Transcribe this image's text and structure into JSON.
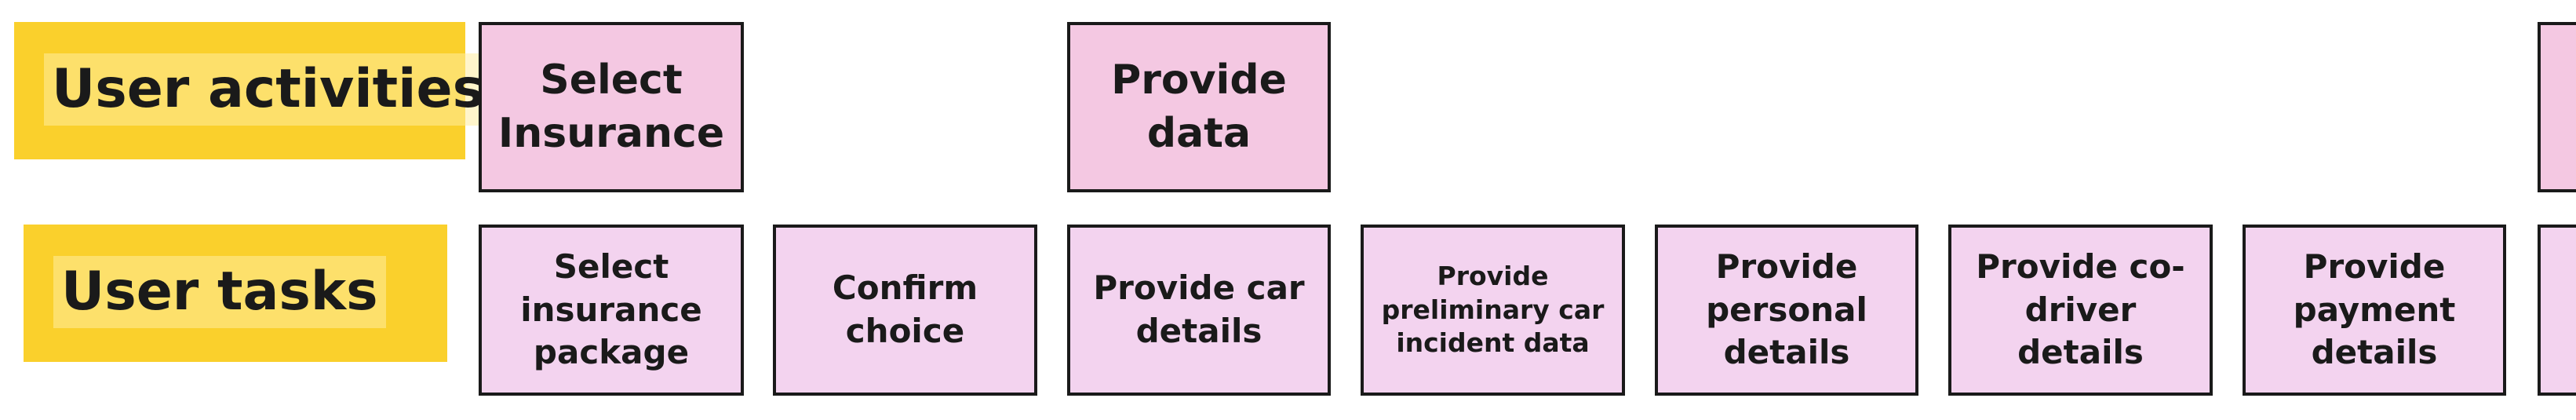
{
  "rows": [
    {
      "id": "activities",
      "label": "User activities"
    },
    {
      "id": "tasks",
      "label": "User tasks"
    }
  ],
  "activities": [
    {
      "label": "Select Insurance"
    },
    {
      "label": "Provide data"
    },
    {
      "label": ""
    }
  ],
  "tasks": [
    {
      "label": "Select insurance package"
    },
    {
      "label": "Confirm choice"
    },
    {
      "label": "Provide car details"
    },
    {
      "label": "Provide preliminary car incident data"
    },
    {
      "label": "Provide personal details"
    },
    {
      "label": "Provide co-driver details"
    },
    {
      "label": "Provide payment details"
    },
    {
      "label": ""
    }
  ],
  "colors": {
    "row_label_background": "#fad02c",
    "activity_card": "#f4c8e2",
    "task_card": "#f3d3ef",
    "card_border": "#1a1a1a",
    "text": "#1a1a1a"
  }
}
